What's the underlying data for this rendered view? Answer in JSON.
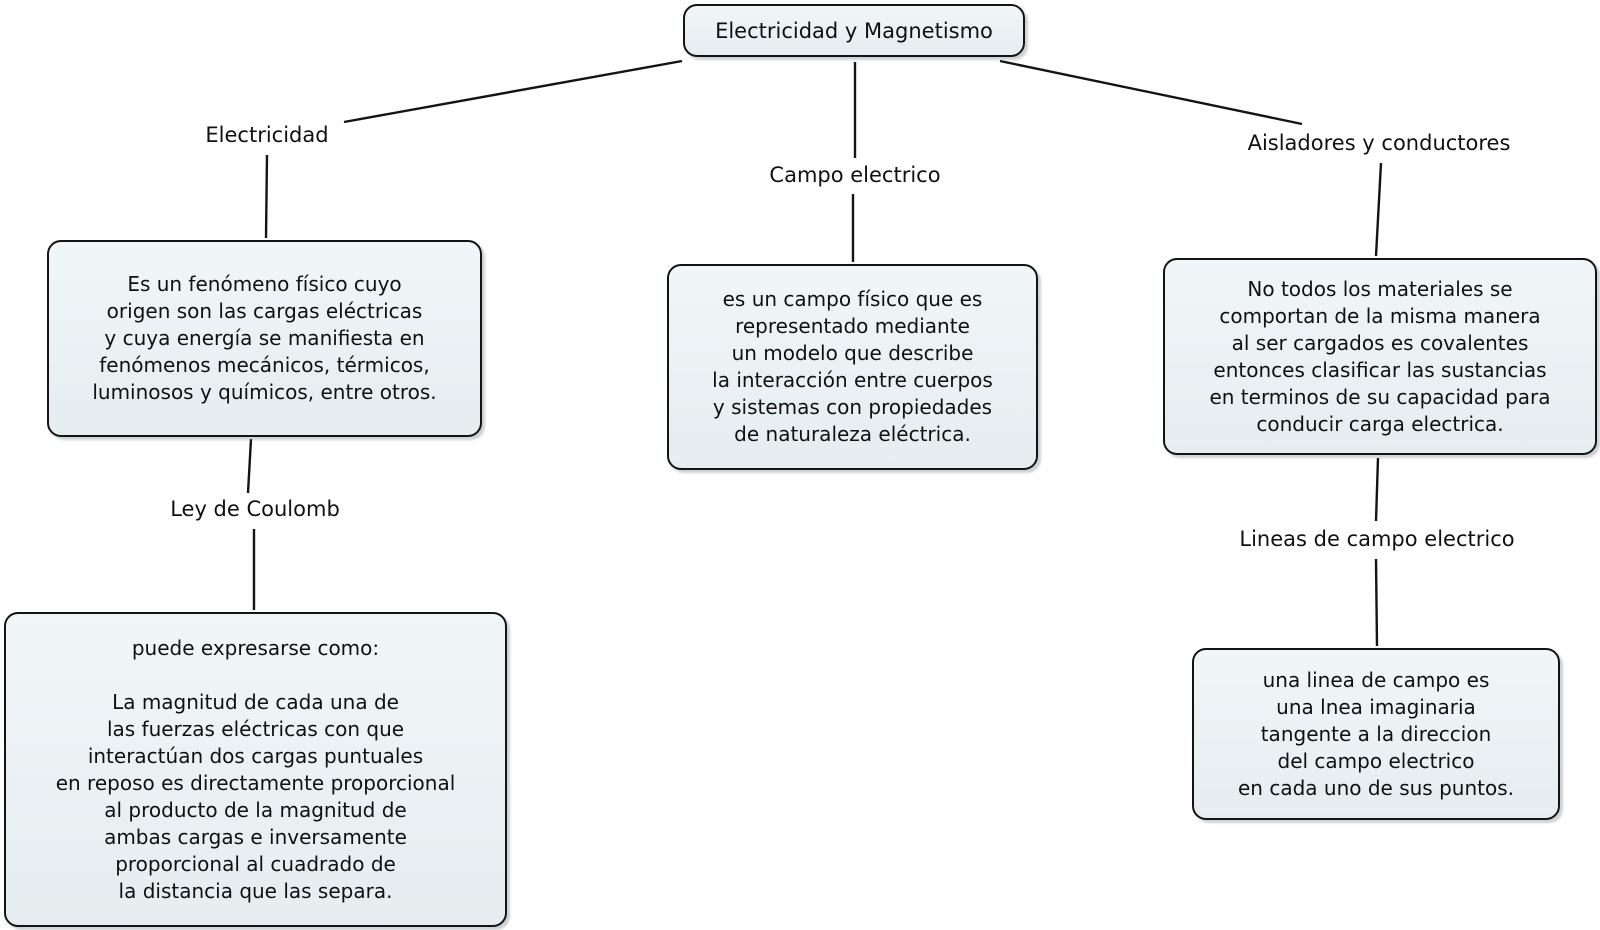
{
  "colors": {
    "background": "#ffffff",
    "node_fill": "#e8eff1",
    "node_border": "#141414",
    "text": "#111111"
  },
  "root": {
    "label": "Electricidad y Magnetismo"
  },
  "branches": {
    "electricidad": {
      "label": "Electricidad",
      "definition": "Es un fenómeno físico cuyo\norigen son las cargas eléctricas\ny cuya energía se manifiesta en\nfenómenos mecánicos, térmicos,\nluminosos y químicos, entre otros.",
      "child_label": "Ley de Coulomb",
      "child_definition": "puede expresarse como:\n\nLa magnitud de cada una de\nlas fuerzas eléctricas con que\ninteractúan dos cargas puntuales\nen reposo es directamente proporcional\nal producto de la magnitud de\nambas cargas e inversamente\nproporcional al cuadrado de\nla distancia que las separa."
    },
    "campo_electrico": {
      "label": "Campo electrico",
      "definition": "es un campo físico que es\nrepresentado mediante\nun modelo que describe\nla interacción entre cuerpos\ny sistemas con propiedades\nde naturaleza eléctrica."
    },
    "aisladores": {
      "label": "Aisladores y conductores",
      "definition": "No todos los materiales se\ncomportan de la misma manera\nal ser cargados es covalentes\nentonces clasificar las sustancias\nen terminos de su capacidad para\nconducir carga electrica.",
      "child_label": "Lineas de campo electrico",
      "child_definition": "una linea de campo es\nuna lnea imaginaria\ntangente a la direccion\ndel campo electrico\nen cada uno de sus puntos."
    }
  }
}
